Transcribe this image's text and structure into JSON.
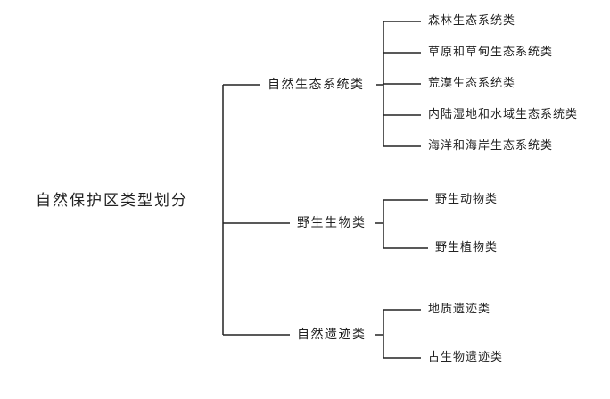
{
  "root": "自然保护区类型划分",
  "categories": [
    {
      "label": "自然生态系统类",
      "items": [
        "森林生态系统类",
        "草原和草甸生态系统类",
        "荒漠生态系统类",
        "内陆湿地和水域生态系统类",
        "海洋和海岸生态系统类"
      ]
    },
    {
      "label": "野生生物类",
      "items": [
        "野生动物类",
        "野生植物类"
      ]
    },
    {
      "label": "自然遗迹类",
      "items": [
        "地质遗迹类",
        "古生物遗迹类"
      ]
    }
  ],
  "colors": {
    "line": "#222222",
    "text": "#222222",
    "background": "#ffffff"
  }
}
